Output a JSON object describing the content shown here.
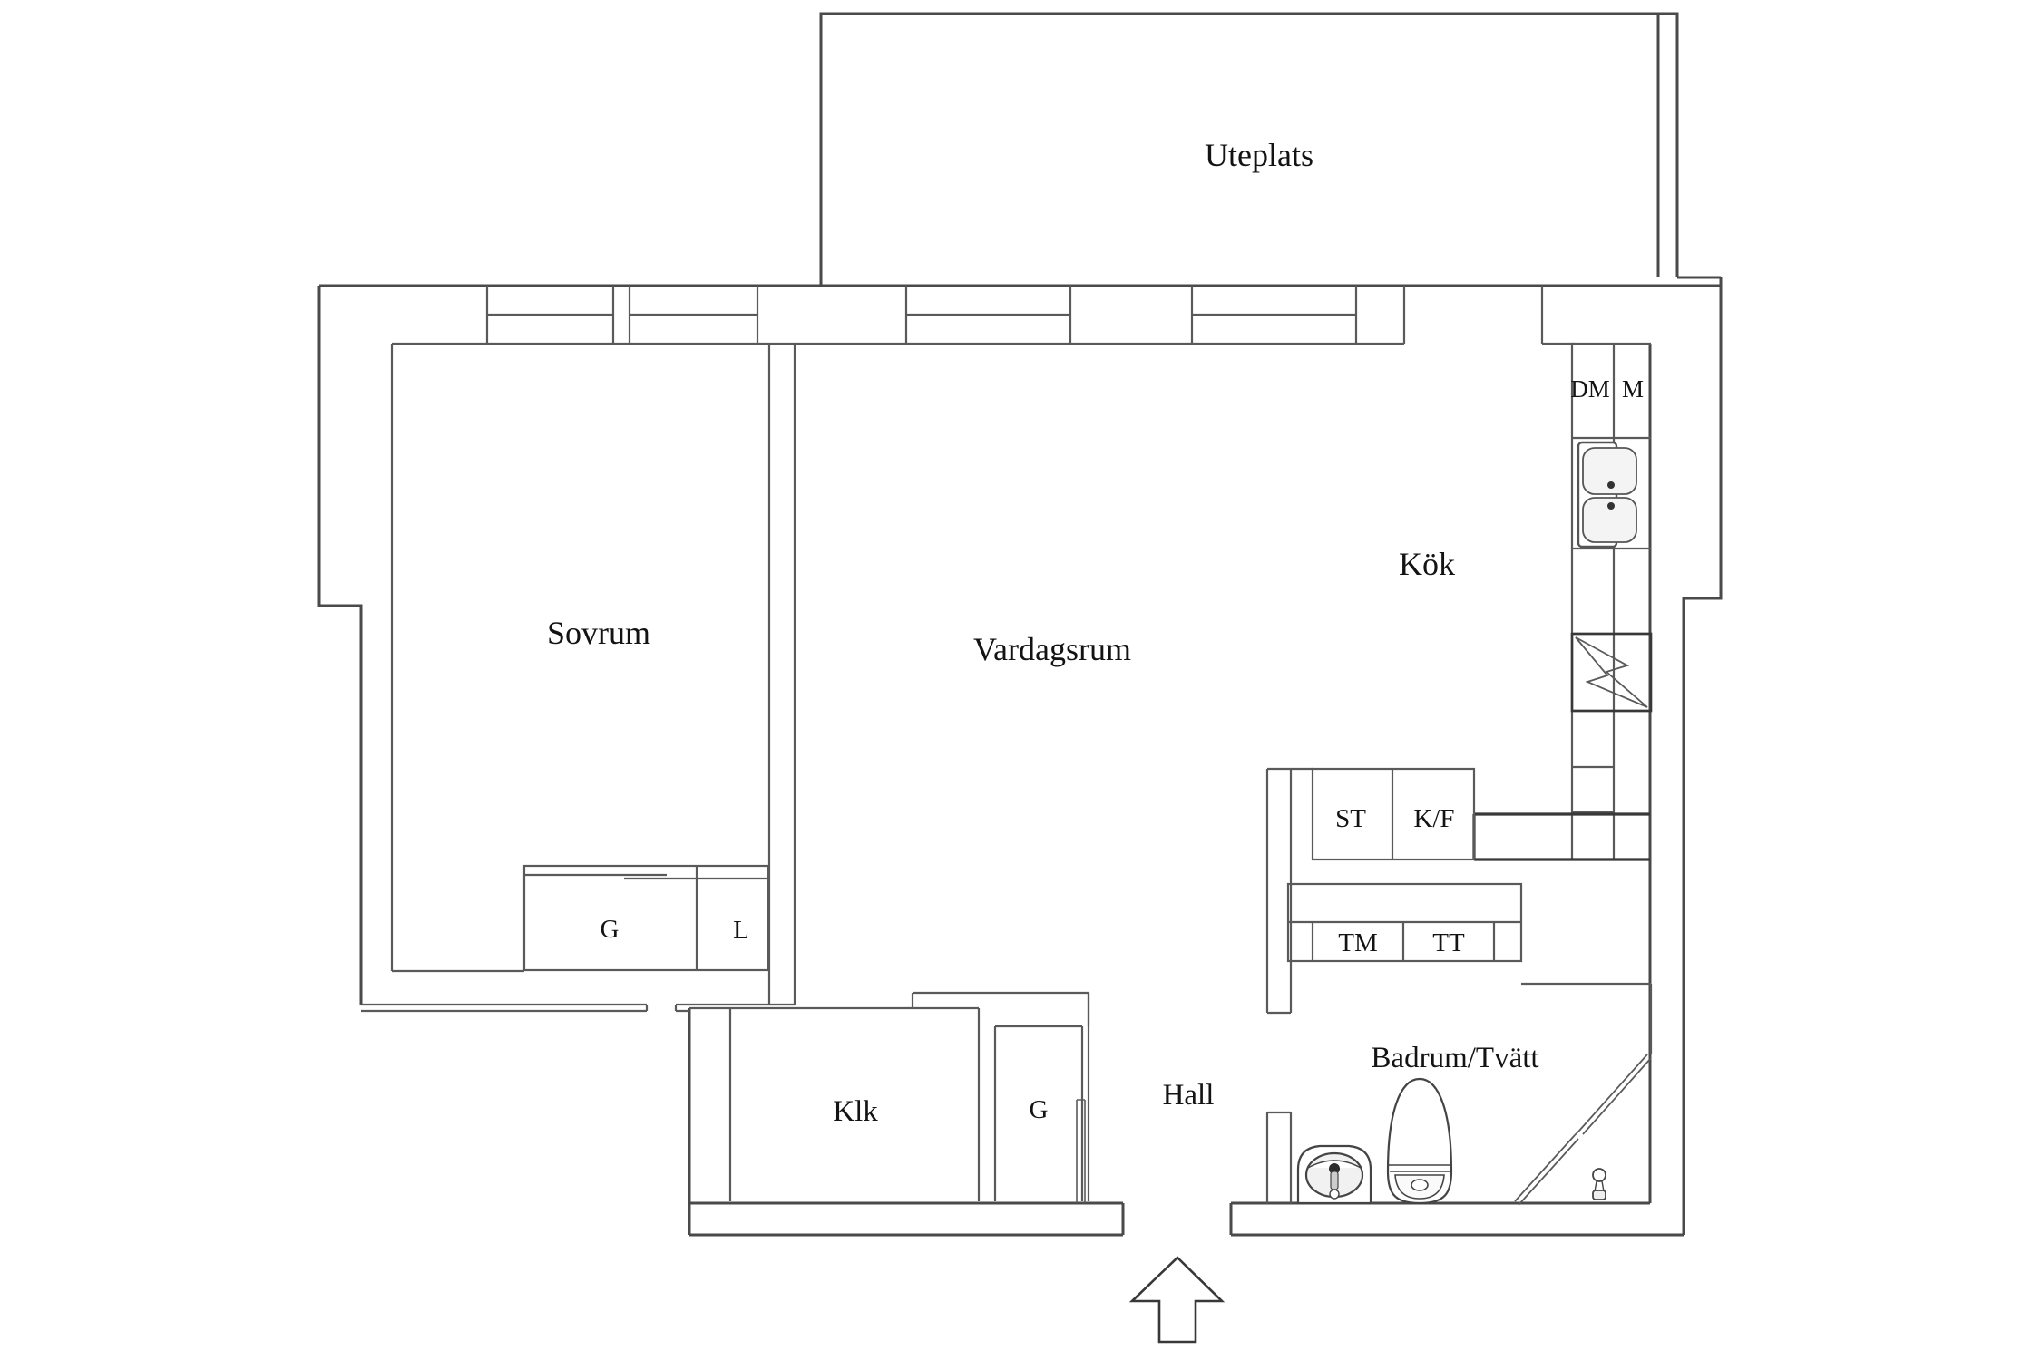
{
  "meta": {
    "document_type": "apartment floor plan",
    "language": "Swedish",
    "background_color": "#ffffff",
    "wall_line_color": "#5a5a5a",
    "strong_line_color": "#383838",
    "text_color": "#131313"
  },
  "labels": {
    "uteplats": "Uteplats",
    "sovrum": "Sovrum",
    "vardagsrum": "Vardagsrum",
    "kok": "Kök",
    "dm": "DM",
    "m": "M",
    "st": "ST",
    "kf": "K/F",
    "tm": "TM",
    "tt": "TT",
    "wardrobe_g": "G",
    "linen_l": "L",
    "klk": "Klk",
    "hall_closet_g": "G",
    "hall": "Hall",
    "badrum_tvatt": "Badrum/Tvätt"
  },
  "icons": [
    {
      "name": "kitchen-sink-icon",
      "meaning": "double-basin kitchen sink"
    },
    {
      "name": "stove-icon",
      "meaning": "electric stove (lightning bolt symbol)"
    },
    {
      "name": "washbasin-icon",
      "meaning": "bathroom wash basin with tap"
    },
    {
      "name": "toilet-icon",
      "meaning": "toilet"
    },
    {
      "name": "shower-icon",
      "meaning": "hand shower"
    },
    {
      "name": "door-swing-icon",
      "meaning": "open bathroom door"
    },
    {
      "name": "entrance-arrow-icon",
      "meaning": "entrance direction arrow"
    }
  ]
}
